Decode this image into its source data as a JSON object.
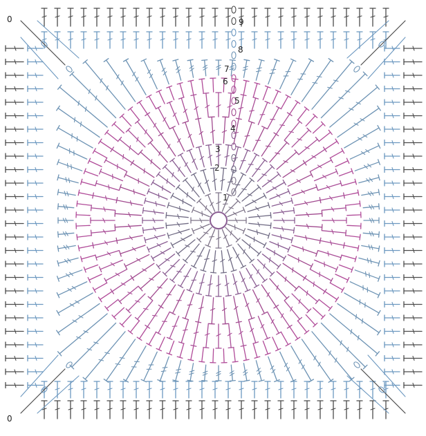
{
  "diagram": {
    "kind": "crochet-square-chart",
    "round_labels": [
      "1",
      "2",
      "3",
      "4",
      "5",
      "6",
      "7",
      "8",
      "9"
    ],
    "corner_chain_label": "0",
    "chain_marker": "0",
    "colors": {
      "paper": "#ffffff",
      "round_1": "#7e7488",
      "round_2": "#6f6a83",
      "round_3": "#8a5d92",
      "round_4": "#a14a8f",
      "round_5": "#a94d97",
      "round_6": "#b04a98",
      "round_7": "#6d93b4",
      "round_8": "#6b97bf",
      "round_9": "#4a4a4a",
      "label": "#222222"
    },
    "icons": {
      "magic_ring": "magic-ring-icon",
      "double_crochet": "double-crochet-icon",
      "treble_crochet": "treble-crochet-icon",
      "half_double_crochet": "half-double-crochet-icon",
      "chain": "chain-icon",
      "slip_stitch": "slip-stitch-icon"
    }
  }
}
